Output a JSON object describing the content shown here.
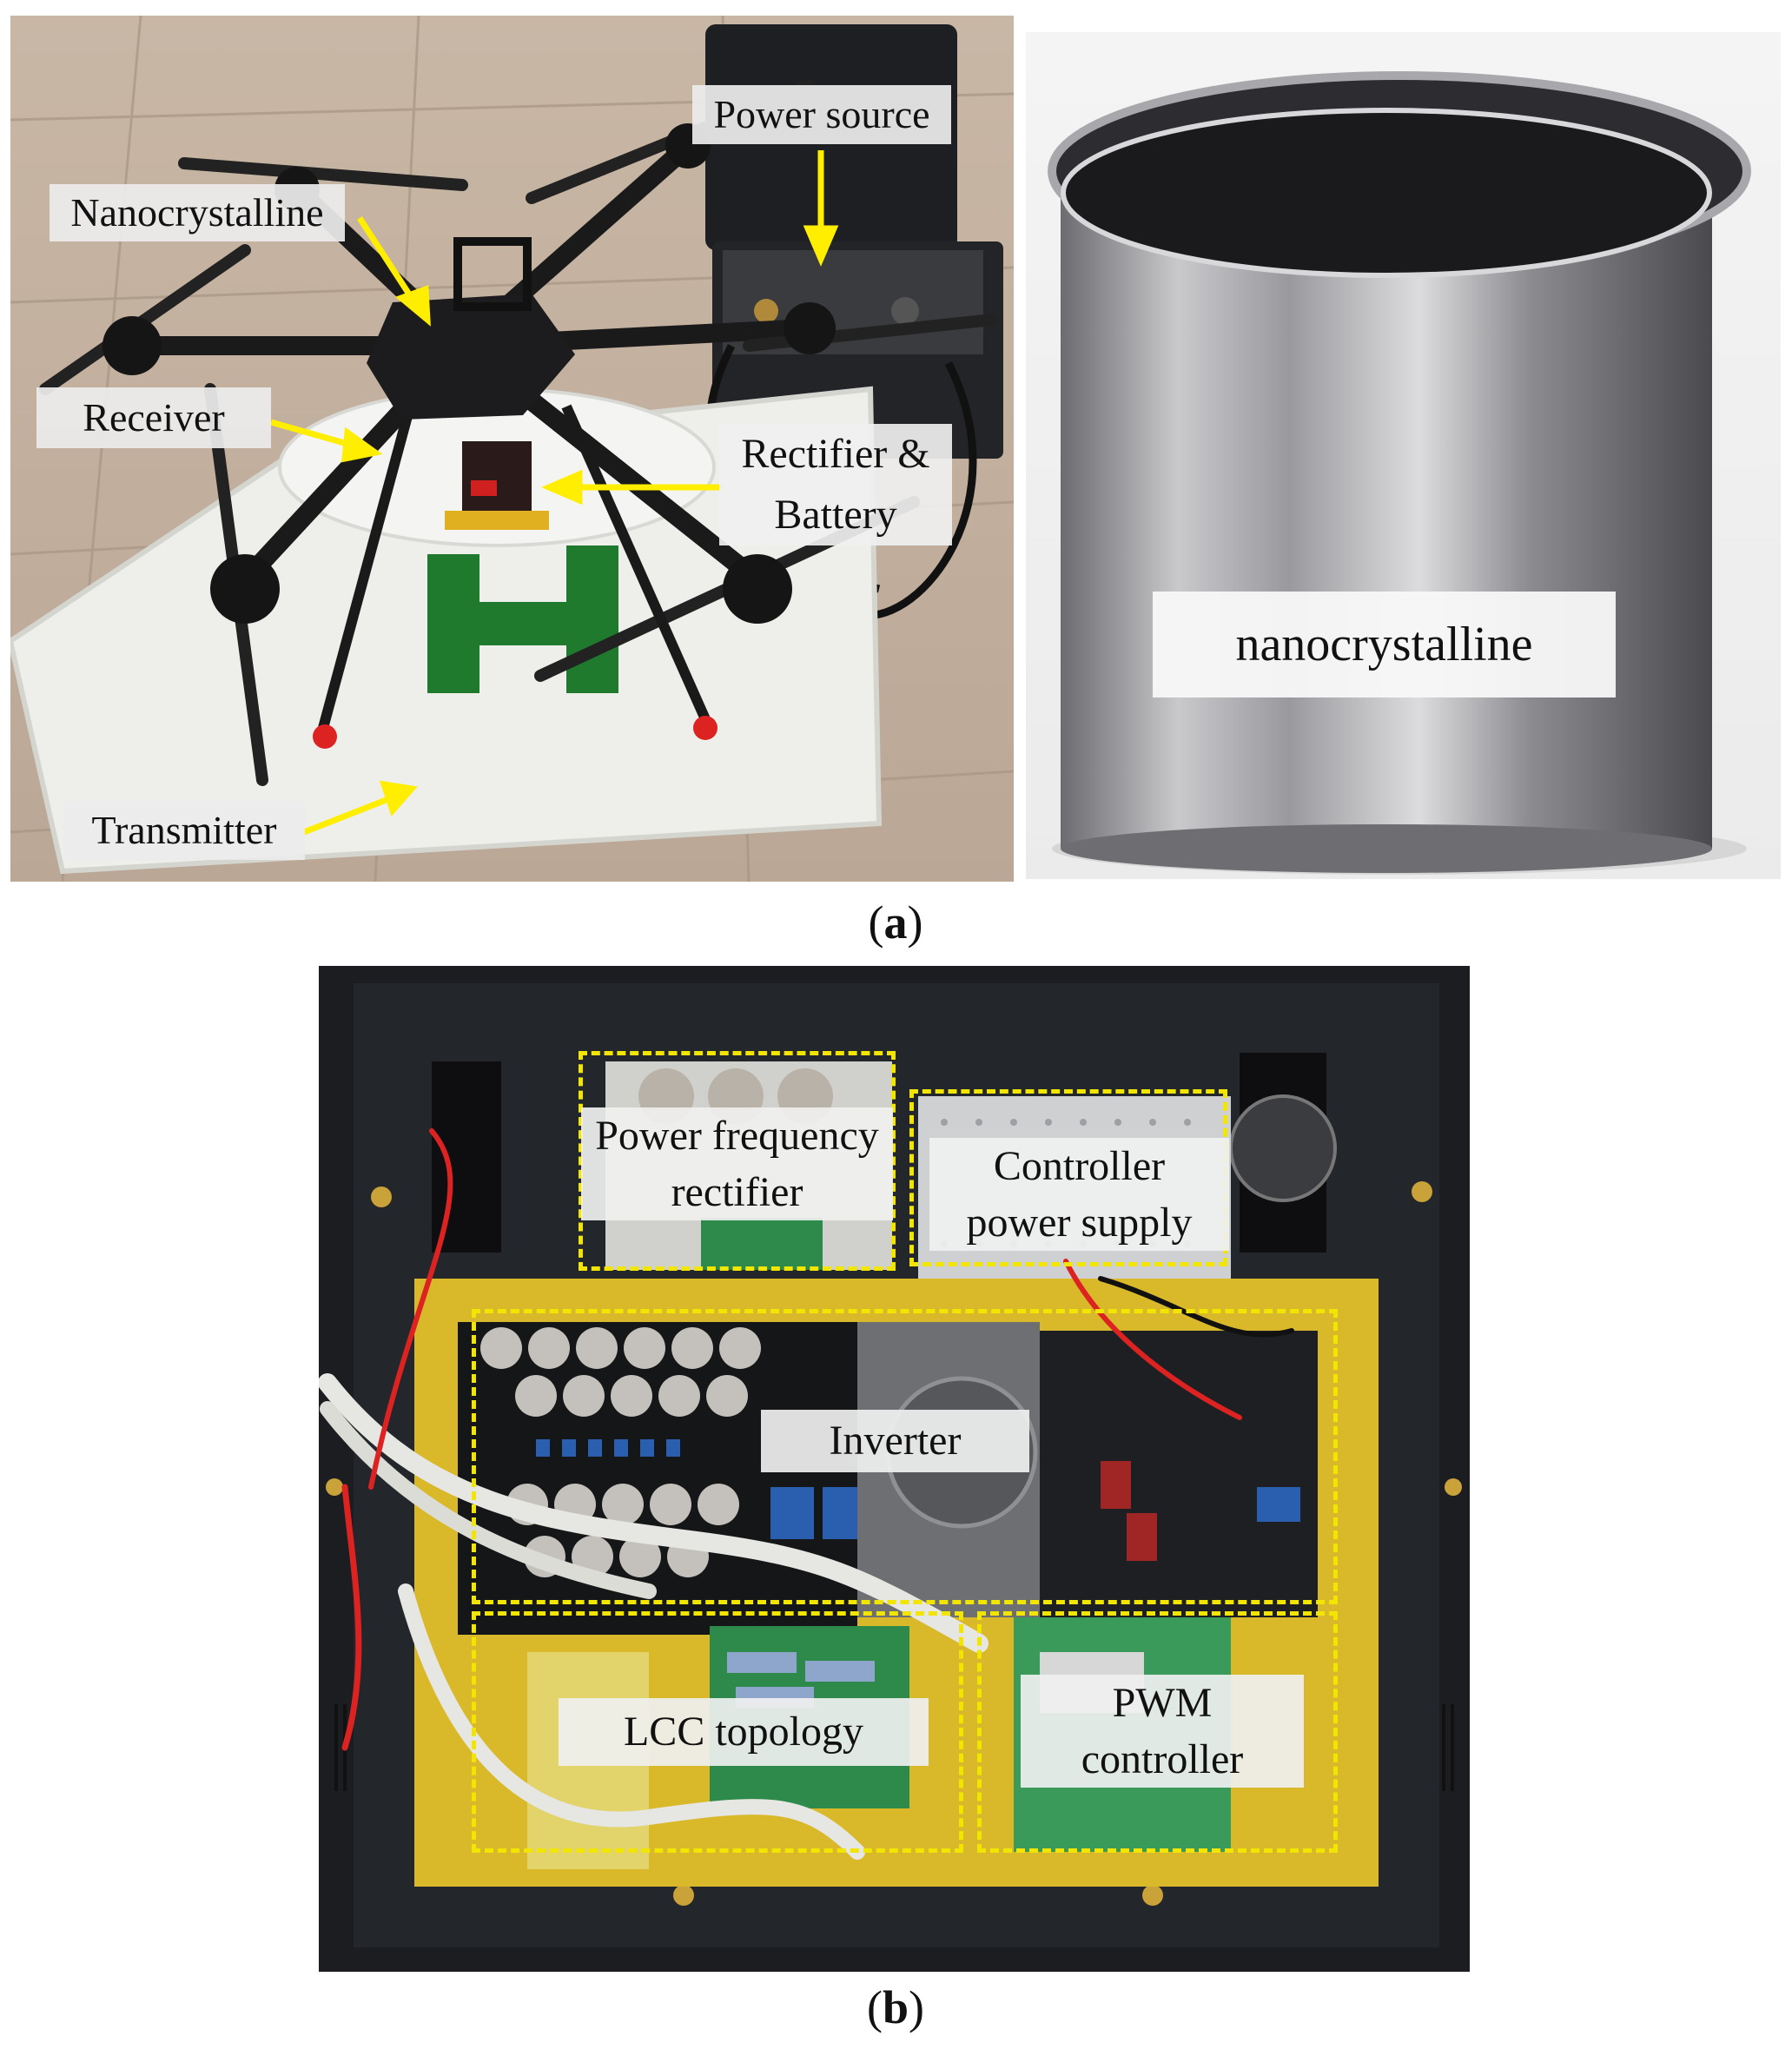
{
  "panel_a": {
    "caption_letter": "a",
    "drone_labels": {
      "power_source": "Power source",
      "nanocrystalline": "Nanocrystalline",
      "receiver": "Receiver",
      "rectifier_battery": "Rectifier &\nBattery",
      "transmitter": "Transmitter"
    },
    "material_label": "nanocrystalline"
  },
  "panel_b": {
    "caption_letter": "b",
    "labels": {
      "power_frequency_rectifier": "Power frequency\nrectifier",
      "controller_power_supply": "Controller\npower supply",
      "inverter": "Inverter",
      "lcc_topology": "LCC topology",
      "pwm_controller": "PWM\ncontroller"
    }
  },
  "colors": {
    "arrow": "#ffee00",
    "dashed_box": "#f2e600",
    "helipad_h": "#1f7a2e"
  }
}
